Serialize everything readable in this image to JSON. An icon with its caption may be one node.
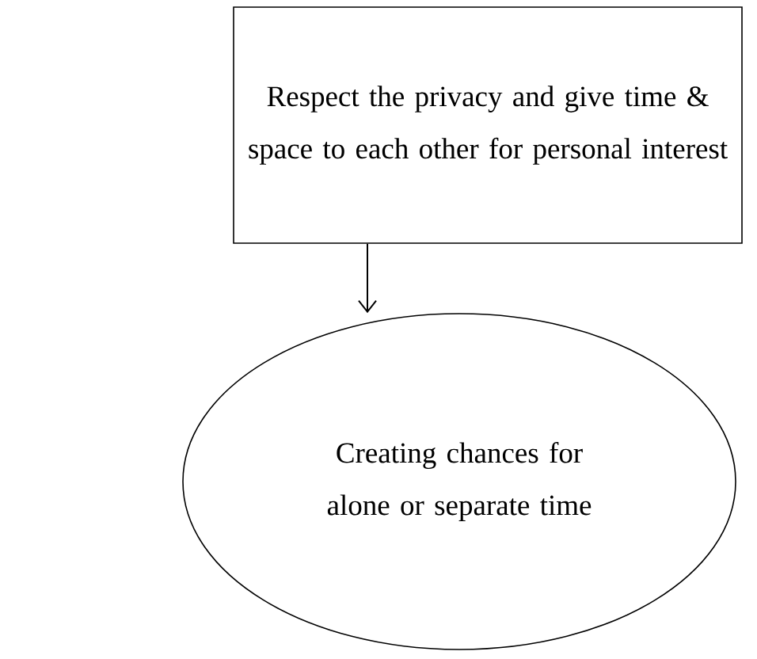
{
  "diagram": {
    "nodes": [
      {
        "text": [
          "Respect the privacy and give time & space to each other for personal interest"
        ]
      },
      {
        "text": [
          "Creating chances for alone or separate time"
        ]
      }
    ],
    "edges": [
      {
        "from": 0,
        "to": 1,
        "arrow": "to"
      }
    ]
  }
}
